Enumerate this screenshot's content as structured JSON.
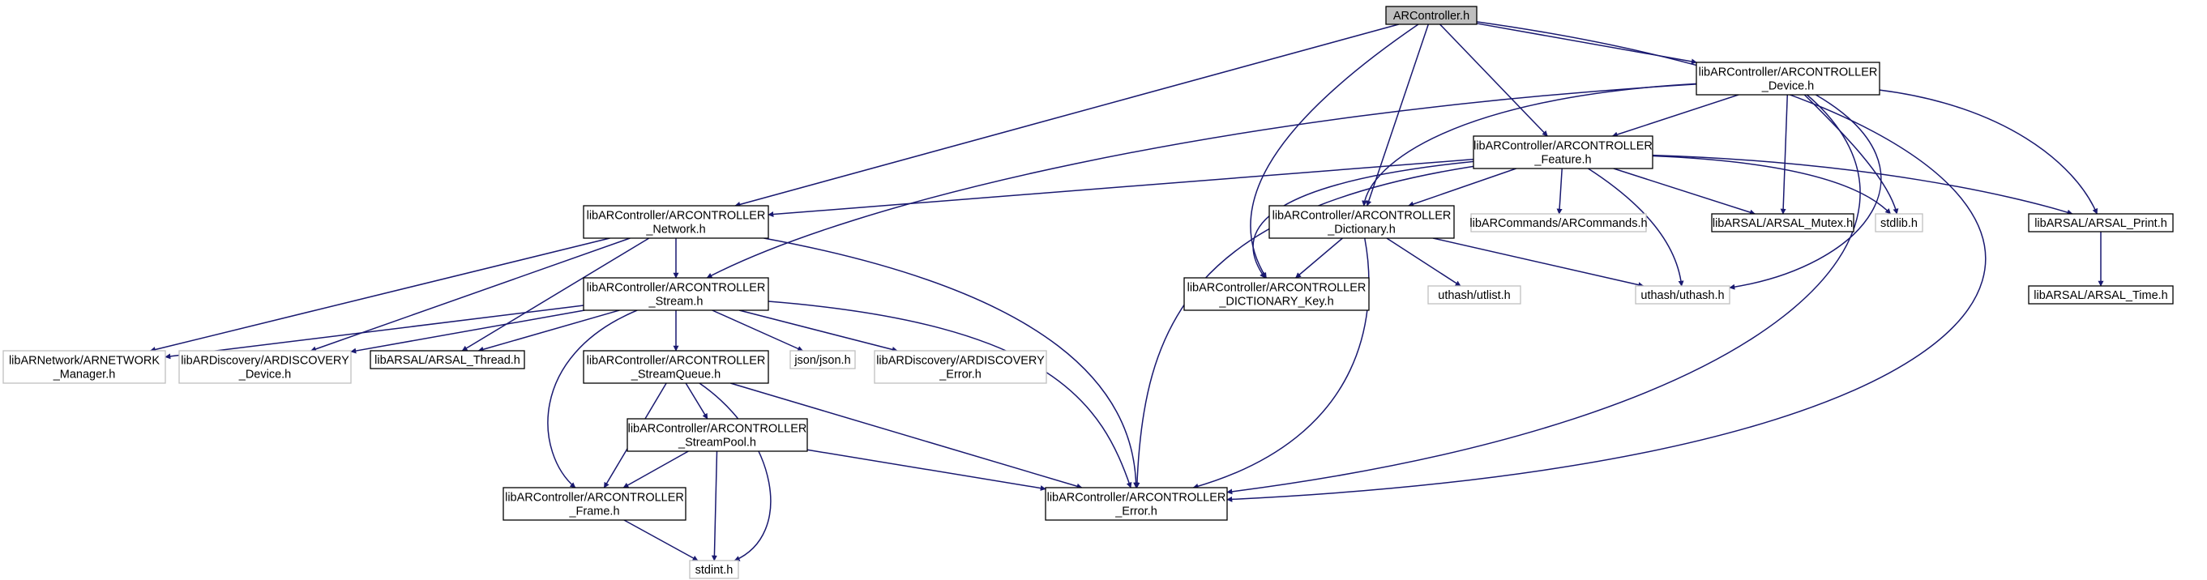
{
  "colors": {
    "edge": "#191970",
    "solid_border": "#000000",
    "missing_border": "#bfbfbf",
    "root_fill": "#bfbfbf",
    "node_fill": "#ffffff"
  },
  "nodes": [
    {
      "id": "root",
      "lines": [
        "ARController.h"
      ],
      "style": "root"
    },
    {
      "id": "device",
      "lines": [
        "libARController/ARCONTROLLER",
        "_Device.h"
      ],
      "style": "solid"
    },
    {
      "id": "feature",
      "lines": [
        "libARController/ARCONTROLLER",
        "_Feature.h"
      ],
      "style": "solid"
    },
    {
      "id": "network",
      "lines": [
        "libARController/ARCONTROLLER",
        "_Network.h"
      ],
      "style": "solid"
    },
    {
      "id": "dictionary",
      "lines": [
        "libARController/ARCONTROLLER",
        "_Dictionary.h"
      ],
      "style": "solid"
    },
    {
      "id": "arcommands",
      "lines": [
        "libARCommands/ARCommands.h"
      ],
      "style": "missing"
    },
    {
      "id": "mutex",
      "lines": [
        "libARSAL/ARSAL_Mutex.h"
      ],
      "style": "solid"
    },
    {
      "id": "stdlib",
      "lines": [
        "stdlib.h"
      ],
      "style": "missing"
    },
    {
      "id": "print",
      "lines": [
        "libARSAL/ARSAL_Print.h"
      ],
      "style": "solid"
    },
    {
      "id": "stream",
      "lines": [
        "libARController/ARCONTROLLER",
        "_Stream.h"
      ],
      "style": "solid"
    },
    {
      "id": "dictkey",
      "lines": [
        "libARController/ARCONTROLLER",
        "_DICTIONARY_Key.h"
      ],
      "style": "solid"
    },
    {
      "id": "utlist",
      "lines": [
        "uthash/utlist.h"
      ],
      "style": "missing"
    },
    {
      "id": "uthash",
      "lines": [
        "uthash/uthash.h"
      ],
      "style": "missing"
    },
    {
      "id": "time",
      "lines": [
        "libARSAL/ARSAL_Time.h"
      ],
      "style": "solid"
    },
    {
      "id": "arnetwork",
      "lines": [
        "libARNetwork/ARNETWORK",
        "_Manager.h"
      ],
      "style": "missing"
    },
    {
      "id": "ardiscdevice",
      "lines": [
        "libARDiscovery/ARDISCOVERY",
        "_Device.h"
      ],
      "style": "missing"
    },
    {
      "id": "thread",
      "lines": [
        "libARSAL/ARSAL_Thread.h"
      ],
      "style": "solid"
    },
    {
      "id": "streamqueue",
      "lines": [
        "libARController/ARCONTROLLER",
        "_StreamQueue.h"
      ],
      "style": "solid"
    },
    {
      "id": "json",
      "lines": [
        "json/json.h"
      ],
      "style": "missing"
    },
    {
      "id": "ardiscerror",
      "lines": [
        "libARDiscovery/ARDISCOVERY",
        "_Error.h"
      ],
      "style": "missing"
    },
    {
      "id": "streampool",
      "lines": [
        "libARController/ARCONTROLLER",
        "_StreamPool.h"
      ],
      "style": "solid"
    },
    {
      "id": "frame",
      "lines": [
        "libARController/ARCONTROLLER",
        "_Frame.h"
      ],
      "style": "solid"
    },
    {
      "id": "error",
      "lines": [
        "libARController/ARCONTROLLER",
        "_Error.h"
      ],
      "style": "solid"
    },
    {
      "id": "stdint",
      "lines": [
        "stdint.h"
      ],
      "style": "missing"
    }
  ],
  "edges": [
    {
      "from": "root",
      "to": "device"
    },
    {
      "from": "root",
      "to": "feature"
    },
    {
      "from": "root",
      "to": "network"
    },
    {
      "from": "root",
      "to": "dictionary"
    },
    {
      "from": "root",
      "to": "dictkey"
    },
    {
      "from": "root",
      "to": "error"
    },
    {
      "from": "device",
      "to": "feature"
    },
    {
      "from": "device",
      "to": "stream"
    },
    {
      "from": "device",
      "to": "dictionary"
    },
    {
      "from": "device",
      "to": "mutex"
    },
    {
      "from": "device",
      "to": "stdlib"
    },
    {
      "from": "device",
      "to": "print"
    },
    {
      "from": "device",
      "to": "uthash"
    },
    {
      "from": "device",
      "to": "error"
    },
    {
      "from": "feature",
      "to": "network"
    },
    {
      "from": "feature",
      "to": "dictionary"
    },
    {
      "from": "feature",
      "to": "arcommands"
    },
    {
      "from": "feature",
      "to": "mutex"
    },
    {
      "from": "feature",
      "to": "stdlib"
    },
    {
      "from": "feature",
      "to": "print"
    },
    {
      "from": "feature",
      "to": "dictkey"
    },
    {
      "from": "feature",
      "to": "uthash"
    },
    {
      "from": "feature",
      "to": "error"
    },
    {
      "from": "network",
      "to": "stream"
    },
    {
      "from": "network",
      "to": "arnetwork"
    },
    {
      "from": "network",
      "to": "ardiscdevice"
    },
    {
      "from": "network",
      "to": "thread"
    },
    {
      "from": "network",
      "to": "error"
    },
    {
      "from": "dictionary",
      "to": "dictkey"
    },
    {
      "from": "dictionary",
      "to": "utlist"
    },
    {
      "from": "dictionary",
      "to": "uthash"
    },
    {
      "from": "dictionary",
      "to": "error"
    },
    {
      "from": "print",
      "to": "time"
    },
    {
      "from": "stream",
      "to": "arnetwork"
    },
    {
      "from": "stream",
      "to": "ardiscdevice"
    },
    {
      "from": "stream",
      "to": "thread"
    },
    {
      "from": "stream",
      "to": "streamqueue"
    },
    {
      "from": "stream",
      "to": "json"
    },
    {
      "from": "stream",
      "to": "ardiscerror"
    },
    {
      "from": "stream",
      "to": "frame"
    },
    {
      "from": "stream",
      "to": "error"
    },
    {
      "from": "streamqueue",
      "to": "streampool"
    },
    {
      "from": "streamqueue",
      "to": "frame"
    },
    {
      "from": "streamqueue",
      "to": "error"
    },
    {
      "from": "streamqueue",
      "to": "stdint"
    },
    {
      "from": "streampool",
      "to": "frame"
    },
    {
      "from": "streampool",
      "to": "error"
    },
    {
      "from": "streampool",
      "to": "stdint"
    },
    {
      "from": "frame",
      "to": "stdint"
    }
  ]
}
